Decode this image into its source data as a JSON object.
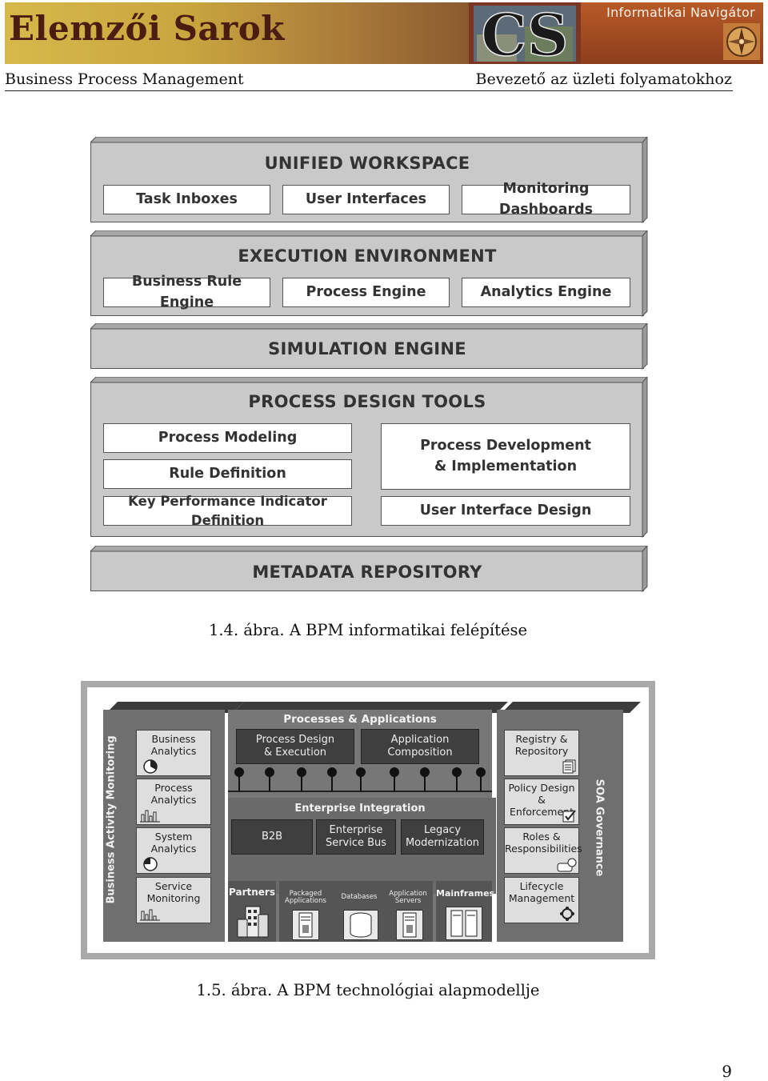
{
  "header": {
    "title": "Elemzői Sarok",
    "logo_text": "CS",
    "nav_label": "Informatikai Navigátor",
    "subtitle_left": "Business Process Management",
    "subtitle_right": "Bevezető az üzleti folyamatokhoz"
  },
  "figure1": {
    "unified_workspace": {
      "title": "UNIFIED WORKSPACE",
      "items": [
        "Task Inboxes",
        "User Interfaces",
        "Monitoring Dashboards"
      ]
    },
    "execution_environment": {
      "title": "EXECUTION ENVIRONMENT",
      "items": [
        "Business Rule Engine",
        "Process Engine",
        "Analytics Engine"
      ]
    },
    "simulation_engine": {
      "title": "SIMULATION ENGINE"
    },
    "process_design_tools": {
      "title": "PROCESS DESIGN TOOLS",
      "left_items": [
        "Process Modeling",
        "Rule Definition",
        "Key Performance Indicator Definition"
      ],
      "right_items": [
        "Process Development\n& Implementation",
        "User Interface Design"
      ]
    },
    "metadata_repository": {
      "title": "METADATA REPOSITORY"
    },
    "caption": "1.4. ábra. A BPM informatikai felépítése"
  },
  "figure2": {
    "left_column": {
      "vertical_label": "Business Activity Monitoring",
      "items": [
        "Business\nAnalytics",
        "Process\nAnalytics",
        "System\nAnalytics",
        "Service\nMonitoring"
      ]
    },
    "processes": {
      "title": "Processes & Applications",
      "items": [
        "Process Design\n& Execution",
        "Application\nComposition"
      ]
    },
    "integration": {
      "title": "Enterprise Integration",
      "items": [
        "B2B",
        "Enterprise\nService Bus",
        "Legacy\nModernization"
      ]
    },
    "bottom": {
      "partners": "Partners",
      "packaged_applications": "Packaged\nApplications",
      "databases": "Databases",
      "application_servers": "Application\nServers",
      "mainframes": "Mainframes"
    },
    "right_column": {
      "vertical_label": "SOA Governance",
      "items": [
        "Registry &\nRepository",
        "Policy Design\n& Enforcement",
        "Roles &\nResponsibilities",
        "Lifecycle\nManagement"
      ]
    },
    "caption": "1.5. ábra. A BPM technológiai alapmodellje"
  },
  "page_number": "9"
}
